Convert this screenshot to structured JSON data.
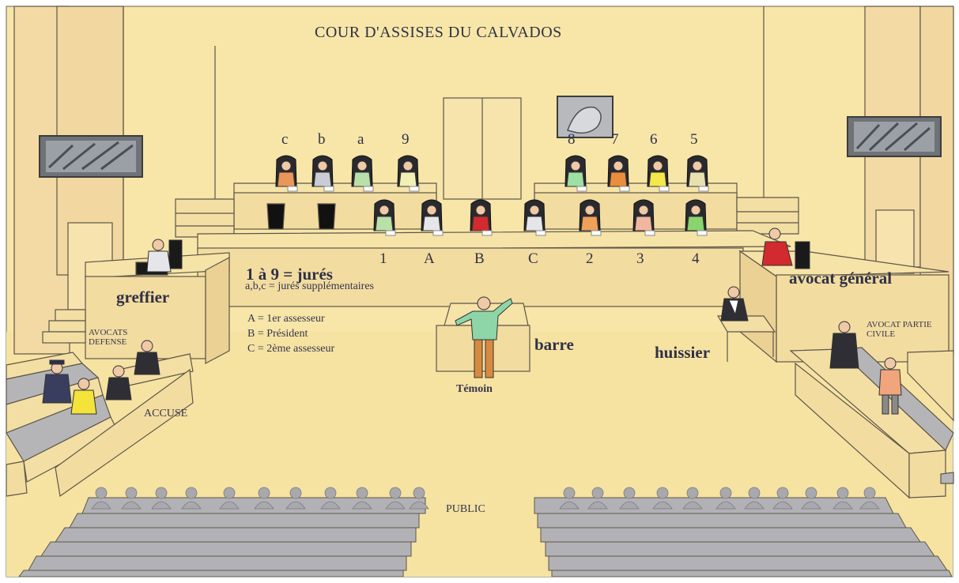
{
  "title": "COUR D'ASSISES DU CALVADOS",
  "jury_back_labels": [
    "c",
    "b",
    "a",
    "9",
    "8",
    "7",
    "6",
    "5"
  ],
  "bench_front_labels": [
    "1",
    "A",
    "B",
    "C",
    "2",
    "3",
    "4"
  ],
  "legend": {
    "jures": "1 à 9 = jurés",
    "supplementaires": "a,b,c = jurés supplémentaires",
    "assesseur1": "A = 1er assesseur",
    "president": "B = Président",
    "assesseur2": "C = 2ème assesseur"
  },
  "roles": {
    "greffier": "greffier",
    "avocat_general": "avocat général",
    "huissier": "huissier",
    "barre": "barre",
    "temoin": "Témoin",
    "avocats_defense": "AVOCATS DEFENSE",
    "accuse": "ACCUSE",
    "avocat_partie_civile": "AVOCAT PARTIE CIVILE",
    "public": "PUBLIC"
  },
  "colors": {
    "background": "#f7e6a8",
    "wood": "#f2dc9c",
    "benches": "#a9a9a9",
    "robe": "#e8e8ec",
    "president_robe": "#c8242c"
  }
}
